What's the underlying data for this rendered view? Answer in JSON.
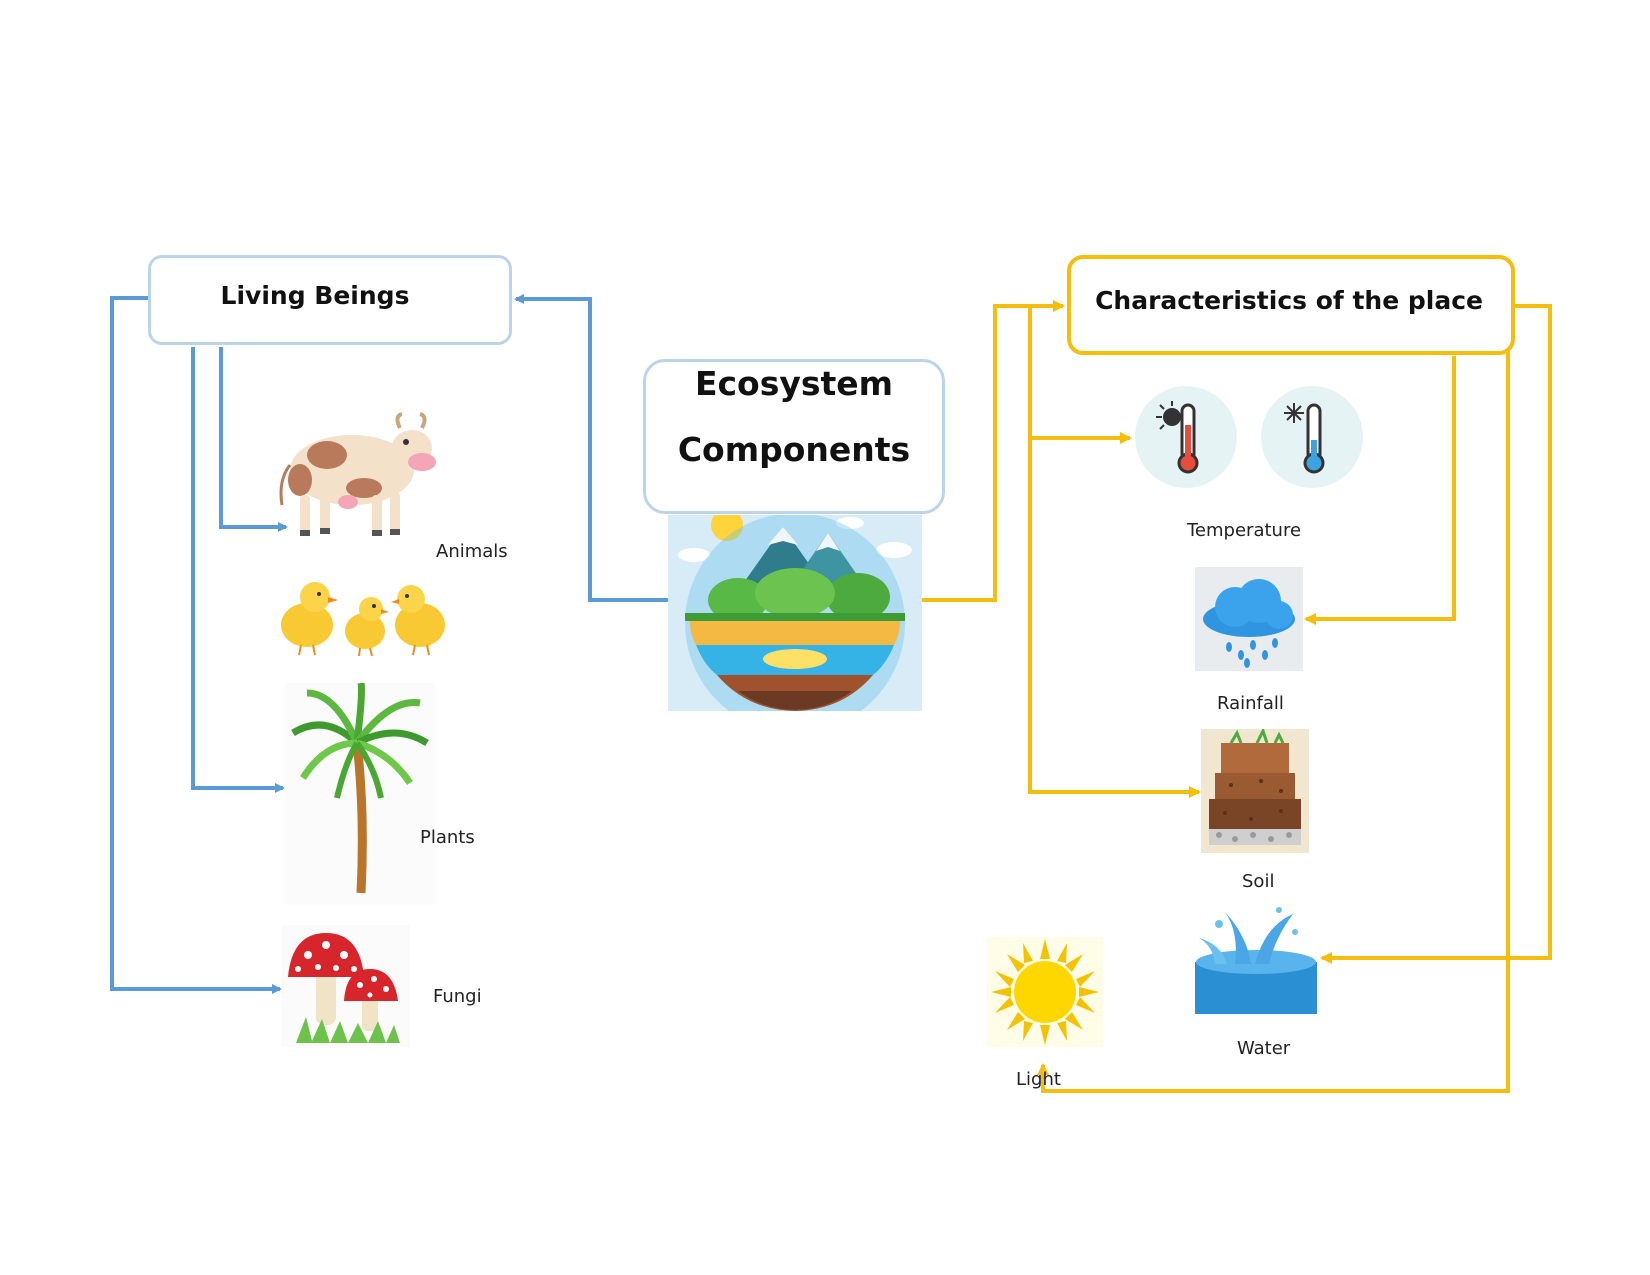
{
  "diagram": {
    "center": {
      "line1": "Ecosystem",
      "line2": "Components",
      "image_icon": "ecosystem-globe-icon"
    },
    "left_group": {
      "title": "Living Beings",
      "color": "#5b9bd5",
      "items": [
        {
          "label": "Animals",
          "icon": "cow-icon"
        },
        {
          "label": "",
          "icon": "chicks-icon"
        },
        {
          "label": "Plants",
          "icon": "palm-tree-icon"
        },
        {
          "label": "Fungi",
          "icon": "mushroom-icon"
        }
      ]
    },
    "right_group": {
      "title": "Characteristics of the place",
      "color": "#f5bd0c",
      "items": [
        {
          "label": "Temperature",
          "icon": "thermometer-hot-cold-icon"
        },
        {
          "label": "Rainfall",
          "icon": "rain-cloud-icon"
        },
        {
          "label": "Soil",
          "icon": "soil-layers-icon"
        },
        {
          "label": "Water",
          "icon": "water-splash-icon"
        },
        {
          "label": "Light",
          "icon": "sun-icon"
        }
      ]
    }
  }
}
